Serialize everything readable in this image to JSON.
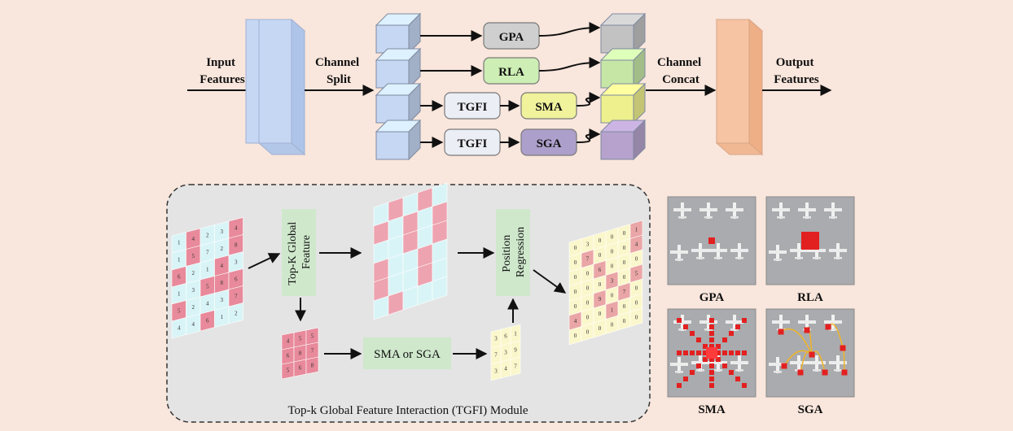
{
  "top": {
    "input_label": [
      "Input",
      "Features"
    ],
    "split_label": [
      "Channel",
      "Split"
    ],
    "concat_label": [
      "Channel",
      "Concat"
    ],
    "output_label": [
      "Output",
      "Features"
    ],
    "branches": [
      {
        "modules": [
          "GPA"
        ],
        "color": "#c2c2c2"
      },
      {
        "modules": [
          "RLA"
        ],
        "color": "#c6e6a6"
      },
      {
        "modules": [
          "TGFI",
          "SMA"
        ],
        "color": "#eef08e"
      },
      {
        "modules": [
          "TGFI",
          "SGA"
        ],
        "color": "#b6a2cc"
      }
    ],
    "module_colors": {
      "GPA": "#cfcfcf",
      "RLA": "#cdeeb4",
      "SMA": "#f0f29c",
      "SGA": "#ad9fcb",
      "TGFI": "#eceef5"
    }
  },
  "tgfi": {
    "module_title": "Top-k Global Feature Interaction (TGFI) Module",
    "topk_label": [
      "Top-K Global",
      "Feature"
    ],
    "regression_label": [
      "Position",
      "Regression"
    ],
    "sma_sga_label": "SMA or SGA",
    "input_grid": [
      [
        "1",
        "4",
        "2",
        "3",
        "4"
      ],
      [
        "1",
        "5",
        "7",
        "2",
        "8"
      ],
      [
        "6",
        "2",
        "1",
        "4",
        "3"
      ],
      [
        "1",
        "3",
        "5",
        "8",
        "6"
      ],
      [
        "5",
        "2",
        "4",
        "3",
        "7"
      ],
      [
        "4",
        "4",
        "6",
        "1",
        "2"
      ]
    ],
    "topk_values": [
      [
        "4",
        "5",
        "5"
      ],
      [
        "6",
        "8",
        "7"
      ],
      [
        "5",
        "6",
        "8"
      ]
    ],
    "interaction_values": [
      [
        "3",
        "6",
        "1"
      ],
      [
        "7",
        "3",
        "9"
      ],
      [
        "3",
        "4",
        "7"
      ]
    ],
    "output_grid": [
      [
        "0",
        "3",
        "0",
        "0",
        "0",
        "1"
      ],
      [
        "0",
        "7",
        "0",
        "0",
        "0",
        "4"
      ],
      [
        "0",
        "0",
        "6",
        "0",
        "0",
        "0"
      ],
      [
        "0",
        "0",
        "0",
        "3",
        "0",
        "5"
      ],
      [
        "0",
        "0",
        "9",
        "0",
        "7",
        "0"
      ],
      [
        "4",
        "0",
        "0",
        "1",
        "0",
        "0"
      ],
      [
        "0",
        "0",
        "0",
        "0",
        "0",
        "0"
      ]
    ]
  },
  "examples": [
    {
      "name": "GPA"
    },
    {
      "name": "RLA"
    },
    {
      "name": "SMA"
    },
    {
      "name": "SGA"
    }
  ],
  "colors": {
    "background": "#f9e6dc",
    "input_block": "#c5d7f3",
    "output_block": "#f6c4a3",
    "highlight": "#e88a9b",
    "grid_cell": "#d9f4f6",
    "topk_box": "#cfe8cc",
    "interaction_block": "#fbf7cc",
    "tgfi_panel": "#e4e4e4"
  }
}
